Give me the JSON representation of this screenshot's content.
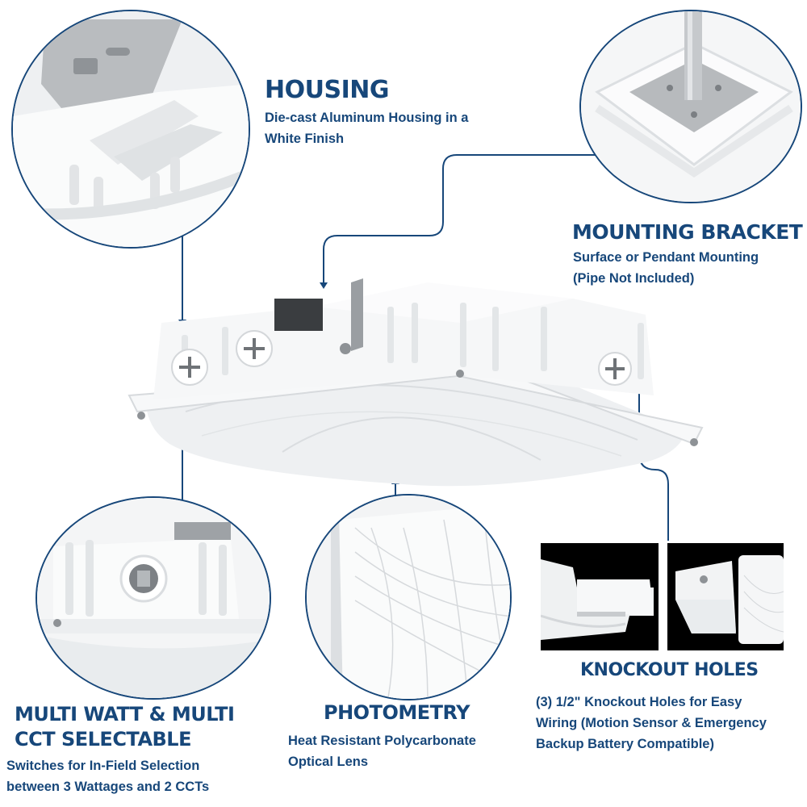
{
  "colors": {
    "accent": "#17477a",
    "background": "#ffffff",
    "photo_background": "#000000"
  },
  "callouts": {
    "housing": {
      "title": "HOUSING",
      "lines": [
        "Die-cast Aluminum Housing in a",
        "White Finish"
      ]
    },
    "mounting_bracket": {
      "title": "MOUNTING BRACKET",
      "lines": [
        "Surface or Pendant Mounting",
        "(Pipe Not Included)"
      ]
    },
    "multi_watt": {
      "title_lines": [
        "MULTI WATT & MULTI",
        "CCT SELECTABLE"
      ],
      "lines": [
        "Switches for In-Field Selection",
        "between 3 Wattages and 2 CCTs"
      ]
    },
    "photometry": {
      "title": "PHOTOMETRY",
      "lines": [
        "Heat Resistant Polycarbonate",
        "Optical Lens"
      ]
    },
    "knockout_holes": {
      "title": "KNOCKOUT HOLES",
      "lines": [
        "(3) 1/2\" Knockout Holes for Easy",
        "Wiring (Motion Sensor & Emergency",
        "Backup Battery Compatible)"
      ]
    }
  },
  "images": {
    "main_product": "LED canopy light fixture, white die-cast housing",
    "detail_housing": "close-up of housing fins and bracket plate",
    "detail_mounting": "mounting bracket with pendant pipe",
    "detail_switches": "side view showing selection switch port",
    "detail_lens": "polycarbonate optical lens corner",
    "detail_knockout_left": "side knockout on black background",
    "detail_knockout_right": "junction box attached on black background"
  }
}
